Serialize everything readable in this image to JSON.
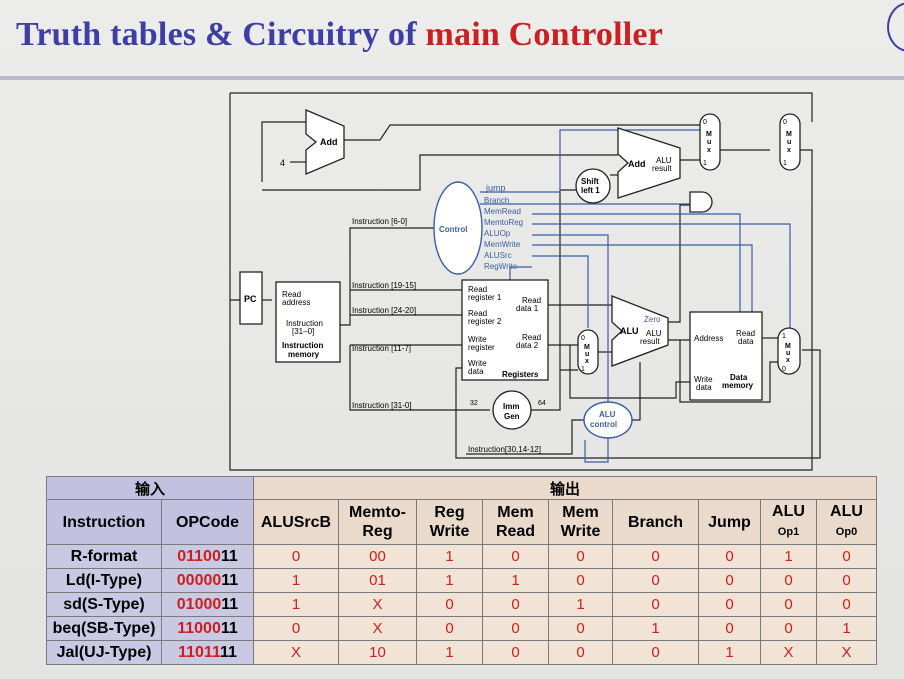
{
  "title": {
    "prefix": "Truth tables & Circuitry of ",
    "highlight": "main Controller"
  },
  "diagram": {
    "add_top": "Add",
    "const_four": "4",
    "pc": "PC",
    "imem": {
      "l1": "Read",
      "l2": "address",
      "l3": "Instruction",
      "l4": "[31–0]",
      "l5": "Instruction",
      "l6": "memory"
    },
    "instr_fields": [
      "Instruction [6-0]",
      "Instruction [19-15]",
      "Instruction [24-20]",
      "Instruction [11-7]",
      "Instruction [31-0]",
      "Instruction[30,14-12]"
    ],
    "control": "Control",
    "signals": [
      "jump",
      "Branch",
      "MemRead",
      "MemtoReg",
      "ALUOp",
      "MemWrite",
      "ALUSrc",
      "RegWrite"
    ],
    "shift": {
      "l1": "Shift",
      "l2": "left 1"
    },
    "add_alu": {
      "add": "Add",
      "l1": "ALU",
      "l2": "result"
    },
    "regs": {
      "rr1a": "Read",
      "rr1b": "register 1",
      "rr2a": "Read",
      "rr2b": "register 2",
      "wra": "Write",
      "wrb": "register",
      "wda": "Write",
      "wdb": "data",
      "rd1a": "Read",
      "rd1b": "data 1",
      "rd2a": "Read",
      "rd2b": "data 2",
      "name": "Registers"
    },
    "imm": {
      "l1": "Imm",
      "l2": "Gen",
      "in": "32",
      "out": "64"
    },
    "alu": {
      "name": "ALU",
      "zero": "Zero",
      "r1": "ALU",
      "r2": "result"
    },
    "alu_control": {
      "l1": "ALU",
      "l2": "control"
    },
    "dmem": {
      "addr": "Address",
      "rd1": "Read",
      "rd2": "data",
      "wd1": "Write",
      "wd2": "data",
      "n1": "Data",
      "n2": "memory"
    },
    "mux": {
      "m": "M",
      "u": "u",
      "x": "x",
      "zero": "0",
      "one": "1"
    }
  },
  "table": {
    "groups": {
      "input": "输入",
      "output": "输出"
    },
    "headers": {
      "instruction": "Instruction",
      "opcode": "OPCode",
      "alusrcb": "ALUSrcB",
      "memtoreg_1": "Memto-",
      "memtoreg_2": "Reg",
      "regwrite_1": "Reg",
      "regwrite_2": "Write",
      "memread_1": "Mem",
      "memread_2": "Read",
      "memwrite_1": "Mem",
      "memwrite_2": "Write",
      "branch": "Branch",
      "jump": "Jump",
      "aluop1_1": "ALU",
      "aluop1_2": "Op1",
      "aluop0_1": "ALU",
      "aluop0_2": "Op0"
    },
    "rows": [
      {
        "name": "R-format",
        "op_hi": "01100",
        "op_lo": "11",
        "alusrcb": "0",
        "memtoreg": "00",
        "regwrite": "1",
        "memread": "0",
        "memwrite": "0",
        "branch": "0",
        "jump": "0",
        "aluop1": "1",
        "aluop0": "0"
      },
      {
        "name": "Ld(I-Type)",
        "op_hi": "00000",
        "op_lo": "11",
        "alusrcb": "1",
        "memtoreg": "01",
        "regwrite": "1",
        "memread": "1",
        "memwrite": "0",
        "branch": "0",
        "jump": "0",
        "aluop1": "0",
        "aluop0": "0"
      },
      {
        "name": "sd(S-Type)",
        "op_hi": "01000",
        "op_lo": "11",
        "alusrcb": "1",
        "memtoreg": "X",
        "regwrite": "0",
        "memread": "0",
        "memwrite": "1",
        "branch": "0",
        "jump": "0",
        "aluop1": "0",
        "aluop0": "0"
      },
      {
        "name": "beq(SB-Type)",
        "op_hi": "11000",
        "op_lo": "11",
        "alusrcb": "0",
        "memtoreg": "X",
        "regwrite": "0",
        "memread": "0",
        "memwrite": "0",
        "branch": "1",
        "jump": "0",
        "aluop1": "0",
        "aluop0": "1"
      },
      {
        "name": "Jal(UJ-Type)",
        "op_hi": "11011",
        "op_lo": "11",
        "alusrcb": "X",
        "memtoreg": "10",
        "regwrite": "1",
        "memread": "0",
        "memwrite": "0",
        "branch": "0",
        "jump": "1",
        "aluop1": "X",
        "aluop0": "X"
      }
    ]
  }
}
